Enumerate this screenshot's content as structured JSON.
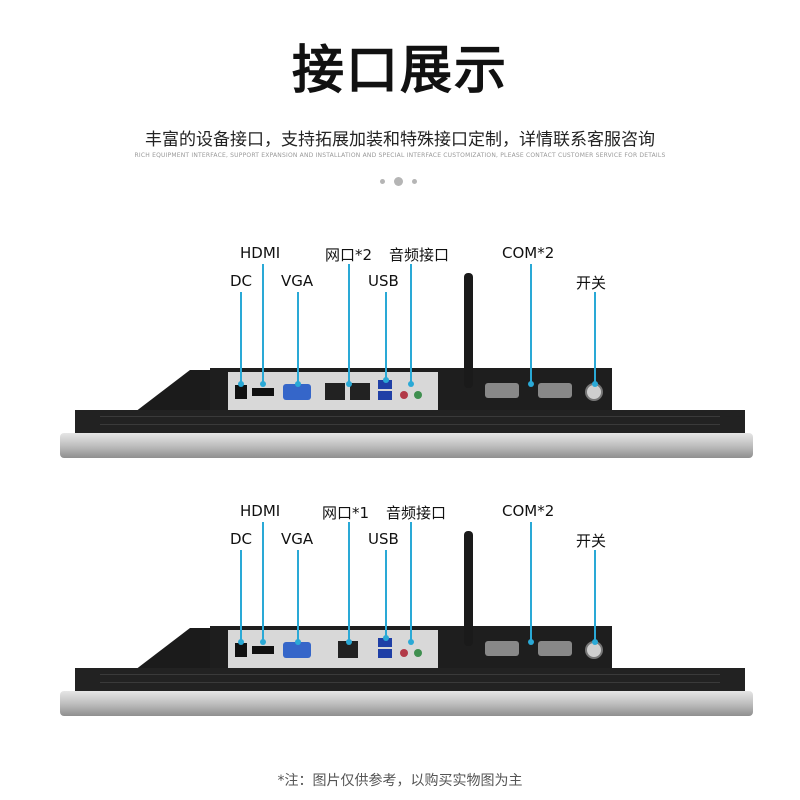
{
  "title": "接口展示",
  "subtitle": "丰富的设备接口，支持拓展加装和特殊接口定制，详情联系客服咨询",
  "subtitle_en": "RICH EQUIPMENT INTERFACE, SUPPORT EXPANSION AND INSTALLATION AND SPECIAL INTERFACE CUSTOMIZATION, PLEASE CONTACT CUSTOMER SERVICE FOR DETAILS",
  "accent_color": "#2aa9d6",
  "panels": [
    {
      "labels": {
        "hdmi": "HDMI",
        "lan": "网口*2",
        "audio": "音频接口",
        "com": "COM*2",
        "dc": "DC",
        "vga": "VGA",
        "usb": "USB",
        "switch": "开关"
      }
    },
    {
      "labels": {
        "hdmi": "HDMI",
        "lan": "网口*1",
        "audio": "音频接口",
        "com": "COM*2",
        "dc": "DC",
        "vga": "VGA",
        "usb": "USB",
        "switch": "开关"
      }
    }
  ],
  "note": "*注：图片仅供参考，以购买实物图为主"
}
